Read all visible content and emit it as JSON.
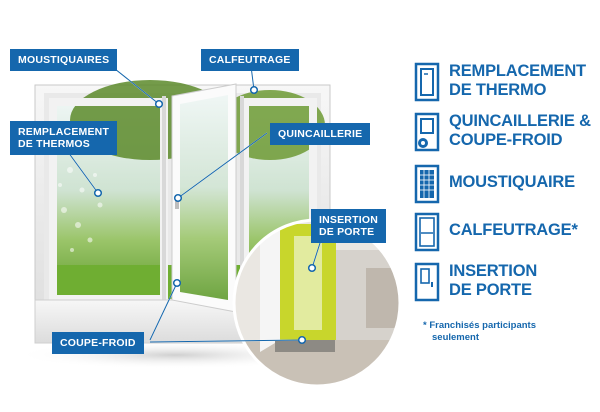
{
  "callouts": {
    "moustiquaires": "MOUSTIQUAIRES",
    "calfeutrage": "CALFEUTRAGE",
    "remplacement_thermos": "REMPLACEMENT\nDE THERMOS",
    "quincaillerie": "QUINCAILLERIE",
    "insertion_porte": "INSERTION\nDE PORTE",
    "coupe_froid": "COUPE-FROID"
  },
  "legend": [
    {
      "icon": "window-replace-icon",
      "line1": "REMPLACEMENT",
      "line2": "DE THERMO"
    },
    {
      "icon": "window-gear-icon",
      "line1": "QUINCAILLERIE &",
      "line2": "COUPE-FROID"
    },
    {
      "icon": "window-screen-icon",
      "line1": "MOUSTIQUAIRE",
      "line2": ""
    },
    {
      "icon": "window-caulk-icon",
      "line1": "CALFEUTRAGE*",
      "line2": ""
    },
    {
      "icon": "door-icon",
      "line1": "INSERTION",
      "line2": "DE PORTE"
    }
  ],
  "footnote": {
    "line1": "* Franchisés participants",
    "line2": "seulement"
  },
  "colors": {
    "brand": "#1567ad",
    "door": "#c8d62c"
  }
}
